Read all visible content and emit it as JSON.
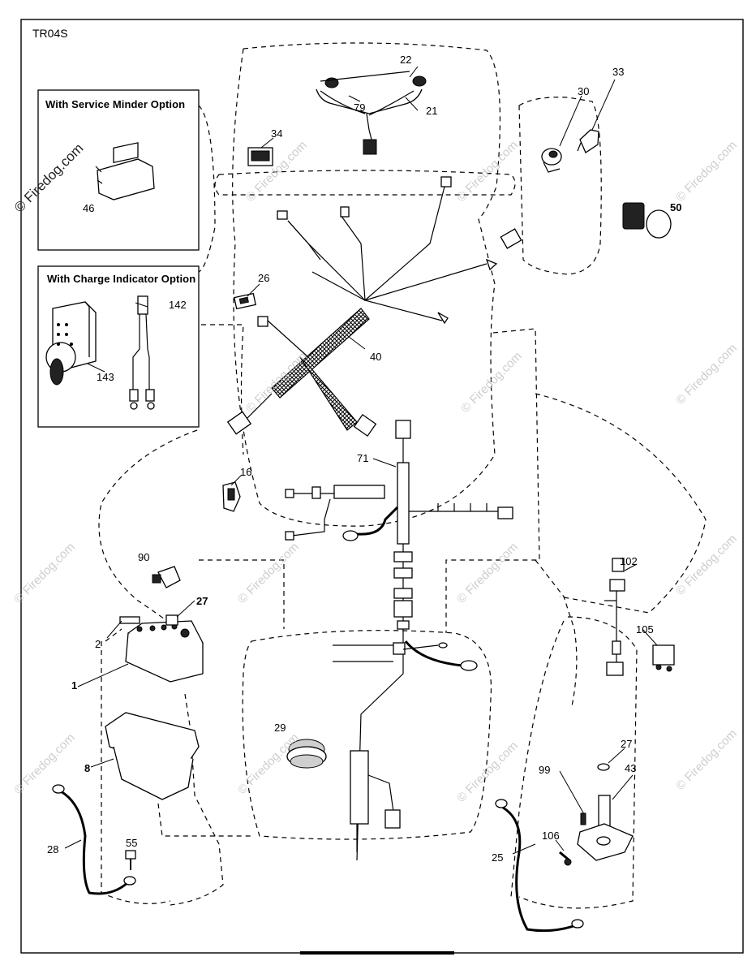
{
  "drawing_code": "TR04S",
  "insets": {
    "service_minder": "With Service Minder Option",
    "charge_indicator": "With Charge Indicator Option"
  },
  "watermark": "© Firedog.com",
  "part_labels": {
    "p1": "1",
    "p2": "2",
    "p8": "8",
    "p16": "16",
    "p21": "21",
    "p22": "22",
    "p25": "25",
    "p26": "26",
    "p27a": "27",
    "p27b": "27",
    "p28": "28",
    "p29": "29",
    "p30": "30",
    "p33": "33",
    "p34": "34",
    "p40": "40",
    "p43": "43",
    "p46": "46",
    "p50": "50",
    "p55": "55",
    "p71": "71",
    "p79": "79",
    "p90": "90",
    "p99": "99",
    "p102": "102",
    "p105": "105",
    "p106": "106",
    "p142": "142",
    "p143": "143"
  }
}
